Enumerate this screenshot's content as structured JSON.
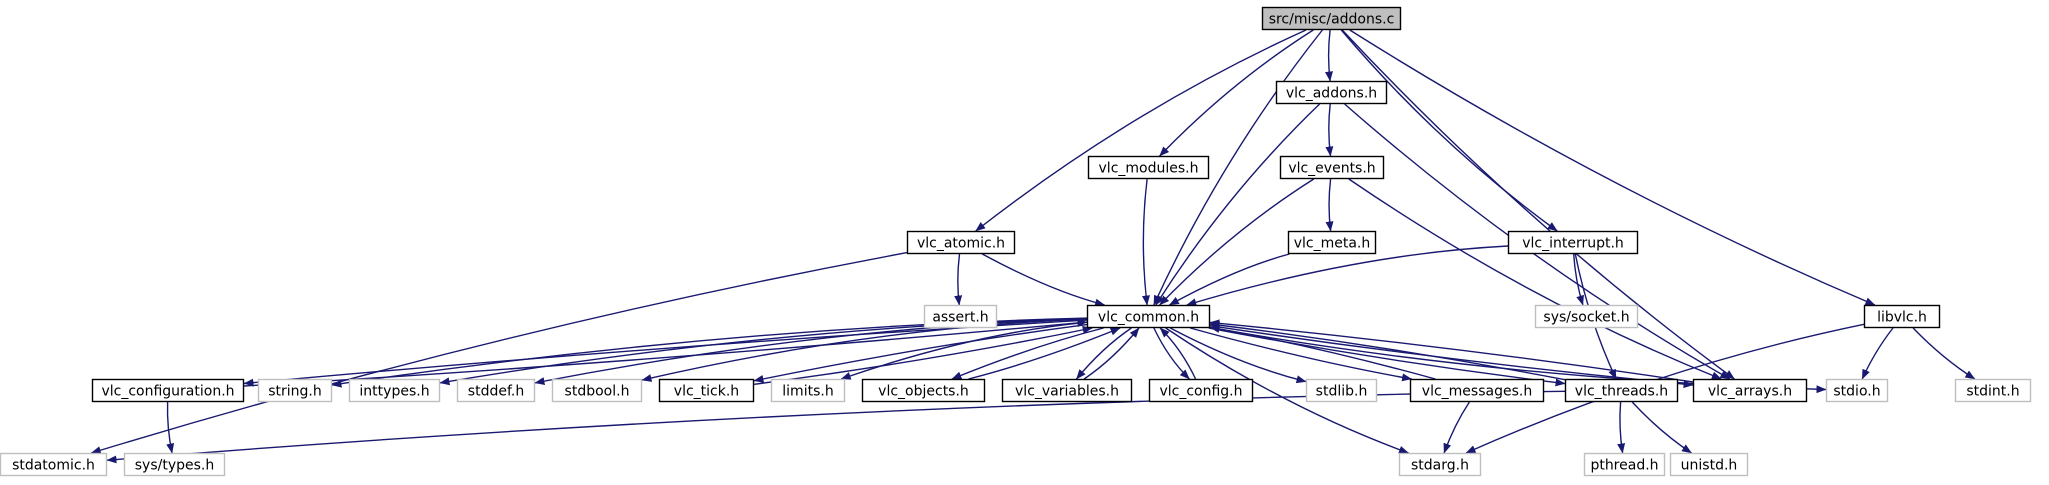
{
  "colors": {
    "edge": "#191970",
    "node_border": "#000000",
    "node_border_external": "#bfbfbf",
    "node_fill": "#ffffff",
    "node_fill_root": "#bfbfbf",
    "text": "#000000"
  },
  "nodes": [
    {
      "id": "root",
      "label": "src/misc/addons.c",
      "kind": "root"
    },
    {
      "id": "vlc_addons",
      "label": "vlc_addons.h",
      "kind": "file"
    },
    {
      "id": "vlc_modules",
      "label": "vlc_modules.h",
      "kind": "file"
    },
    {
      "id": "vlc_events",
      "label": "vlc_events.h",
      "kind": "file"
    },
    {
      "id": "vlc_atomic",
      "label": "vlc_atomic.h",
      "kind": "file"
    },
    {
      "id": "vlc_meta",
      "label": "vlc_meta.h",
      "kind": "file"
    },
    {
      "id": "vlc_interrupt",
      "label": "vlc_interrupt.h",
      "kind": "file"
    },
    {
      "id": "assert",
      "label": "assert.h",
      "kind": "external"
    },
    {
      "id": "vlc_common",
      "label": "vlc_common.h",
      "kind": "file"
    },
    {
      "id": "sys_socket",
      "label": "sys/socket.h",
      "kind": "external"
    },
    {
      "id": "libvlc",
      "label": "libvlc.h",
      "kind": "file"
    },
    {
      "id": "vlc_configuration",
      "label": "vlc_configuration.h",
      "kind": "file"
    },
    {
      "id": "string",
      "label": "string.h",
      "kind": "external"
    },
    {
      "id": "inttypes",
      "label": "inttypes.h",
      "kind": "external"
    },
    {
      "id": "stddef",
      "label": "stddef.h",
      "kind": "external"
    },
    {
      "id": "stdbool",
      "label": "stdbool.h",
      "kind": "external"
    },
    {
      "id": "vlc_tick",
      "label": "vlc_tick.h",
      "kind": "file"
    },
    {
      "id": "limits",
      "label": "limits.h",
      "kind": "external"
    },
    {
      "id": "vlc_objects",
      "label": "vlc_objects.h",
      "kind": "file"
    },
    {
      "id": "vlc_variables",
      "label": "vlc_variables.h",
      "kind": "file"
    },
    {
      "id": "vlc_config",
      "label": "vlc_config.h",
      "kind": "file"
    },
    {
      "id": "stdlib",
      "label": "stdlib.h",
      "kind": "external"
    },
    {
      "id": "vlc_messages",
      "label": "vlc_messages.h",
      "kind": "file"
    },
    {
      "id": "vlc_threads",
      "label": "vlc_threads.h",
      "kind": "file"
    },
    {
      "id": "vlc_arrays",
      "label": "vlc_arrays.h",
      "kind": "file"
    },
    {
      "id": "stdio",
      "label": "stdio.h",
      "kind": "external"
    },
    {
      "id": "stdint",
      "label": "stdint.h",
      "kind": "external"
    },
    {
      "id": "stdatomic",
      "label": "stdatomic.h",
      "kind": "external"
    },
    {
      "id": "sys_types",
      "label": "sys/types.h",
      "kind": "external"
    },
    {
      "id": "stdarg",
      "label": "stdarg.h",
      "kind": "external"
    },
    {
      "id": "pthread",
      "label": "pthread.h",
      "kind": "external"
    },
    {
      "id": "unistd",
      "label": "unistd.h",
      "kind": "external"
    }
  ],
  "edges": [
    [
      "root",
      "vlc_addons"
    ],
    [
      "root",
      "vlc_modules"
    ],
    [
      "root",
      "vlc_atomic"
    ],
    [
      "root",
      "vlc_interrupt"
    ],
    [
      "root",
      "vlc_common"
    ],
    [
      "root",
      "vlc_arrays"
    ],
    [
      "root",
      "libvlc"
    ],
    [
      "vlc_addons",
      "vlc_events"
    ],
    [
      "vlc_addons",
      "vlc_common"
    ],
    [
      "vlc_addons",
      "vlc_arrays"
    ],
    [
      "vlc_modules",
      "vlc_common"
    ],
    [
      "vlc_events",
      "vlc_meta"
    ],
    [
      "vlc_events",
      "vlc_common"
    ],
    [
      "vlc_events",
      "vlc_arrays"
    ],
    [
      "vlc_meta",
      "vlc_common"
    ],
    [
      "vlc_atomic",
      "assert"
    ],
    [
      "vlc_atomic",
      "vlc_common"
    ],
    [
      "vlc_atomic",
      "stdatomic"
    ],
    [
      "vlc_interrupt",
      "vlc_common"
    ],
    [
      "vlc_interrupt",
      "sys_socket"
    ],
    [
      "vlc_interrupt",
      "vlc_threads"
    ],
    [
      "libvlc",
      "stdio"
    ],
    [
      "libvlc",
      "stdint"
    ],
    [
      "libvlc",
      "stdarg"
    ],
    [
      "vlc_common",
      "vlc_configuration"
    ],
    [
      "vlc_common",
      "string"
    ],
    [
      "vlc_common",
      "inttypes"
    ],
    [
      "vlc_common",
      "stddef"
    ],
    [
      "vlc_common",
      "stdbool"
    ],
    [
      "vlc_common",
      "vlc_tick"
    ],
    [
      "vlc_common",
      "limits"
    ],
    [
      "vlc_common",
      "vlc_objects"
    ],
    [
      "vlc_common",
      "vlc_variables"
    ],
    [
      "vlc_common",
      "vlc_config"
    ],
    [
      "vlc_common",
      "stdlib"
    ],
    [
      "vlc_common",
      "vlc_messages"
    ],
    [
      "vlc_common",
      "vlc_threads"
    ],
    [
      "vlc_common",
      "vlc_arrays"
    ],
    [
      "vlc_common",
      "stdio"
    ],
    [
      "vlc_common",
      "stdarg"
    ],
    [
      "vlc_configuration",
      "vlc_common"
    ],
    [
      "vlc_configuration",
      "sys_types"
    ],
    [
      "vlc_tick",
      "vlc_common"
    ],
    [
      "vlc_objects",
      "vlc_common"
    ],
    [
      "vlc_variables",
      "vlc_common"
    ],
    [
      "vlc_config",
      "vlc_common"
    ],
    [
      "vlc_messages",
      "vlc_common"
    ],
    [
      "vlc_messages",
      "stdarg"
    ],
    [
      "vlc_threads",
      "vlc_common"
    ],
    [
      "vlc_threads",
      "stdatomic"
    ],
    [
      "vlc_threads",
      "pthread"
    ],
    [
      "vlc_threads",
      "unistd"
    ],
    [
      "vlc_arrays",
      "vlc_common"
    ]
  ]
}
